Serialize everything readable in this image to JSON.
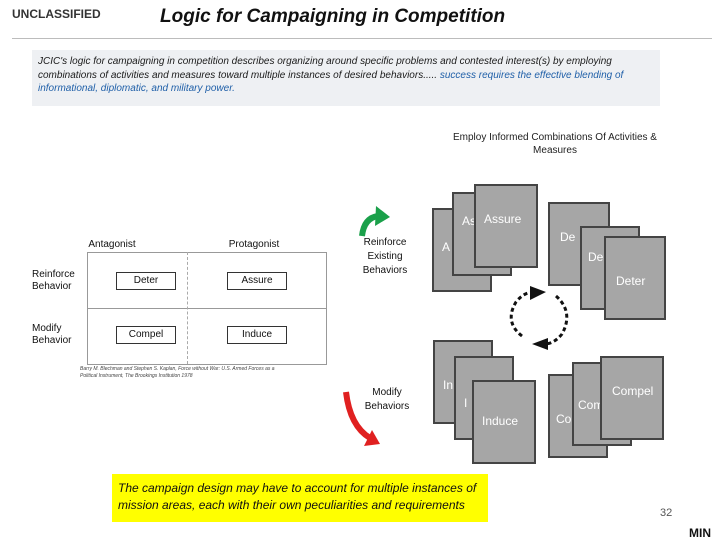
{
  "header": {
    "classification": "UNCLASSIFIED",
    "title": "Logic for Campaigning in Competition"
  },
  "quote": {
    "main_text": "JCIC's logic for campaigning in competition describes organizing around specific problems and contested interest(s) by employing combinations of activities and measures toward multiple instances of desired behaviors..... ",
    "highlight_text": "success requires the effective blending of informational, diplomatic, and military power."
  },
  "matrix": {
    "col_antagonist": "Antagonist",
    "col_protagonist": "Protagonist",
    "row_reinforce": "Reinforce Behavior",
    "row_modify": "Modify Behavior",
    "cell_deter": "Deter",
    "cell_assure": "Assure",
    "cell_compel": "Compel",
    "cell_induce": "Induce",
    "citation": "Barry M. Blechman and Stephen S. Kaplan, Force without War: U.S. Armed Forces as a Political Instrument, The Brookings Institution 1978"
  },
  "diagram": {
    "employ_label": "Employ Informed Combinations Of Activities & Measures",
    "reinforce_label": "Reinforce Existing Behaviors",
    "modify_label": "Modify Behaviors",
    "assure_front": "Assure",
    "assure_mid": "As",
    "assure_back": "A",
    "deter_front": "Deter",
    "deter_mid": "De",
    "deter_back": "De",
    "induce_front": "Induce",
    "induce_mid": "I",
    "induce_back": "In",
    "compel_front": "Compel",
    "compel_mid": "Com",
    "compel_back": "Co",
    "arrow_up_color": "#1aa04a",
    "arrow_down_color": "#e02020"
  },
  "bottom_note": "The campaign design may have to account for multiple instances of mission areas, each with their own peculiarities and requirements",
  "page_number": "32",
  "footer_label": "MIN"
}
